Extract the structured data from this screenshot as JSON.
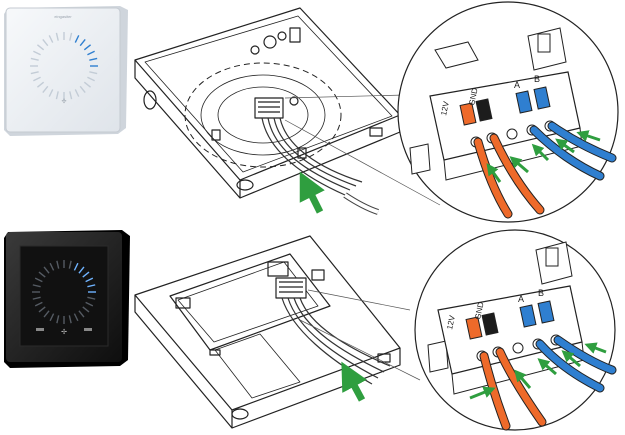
{
  "device_white": {
    "brand": "eingasiter"
  },
  "terminal_labels": {
    "v12": "12V",
    "gnd": "GND",
    "a": "A",
    "b": "B"
  },
  "wire_colors": {
    "orange": "#ee6a2a",
    "blue": "#2f7fd0",
    "arrow_green": "#2f9e3f",
    "black_panel": "#1c1c1c"
  }
}
